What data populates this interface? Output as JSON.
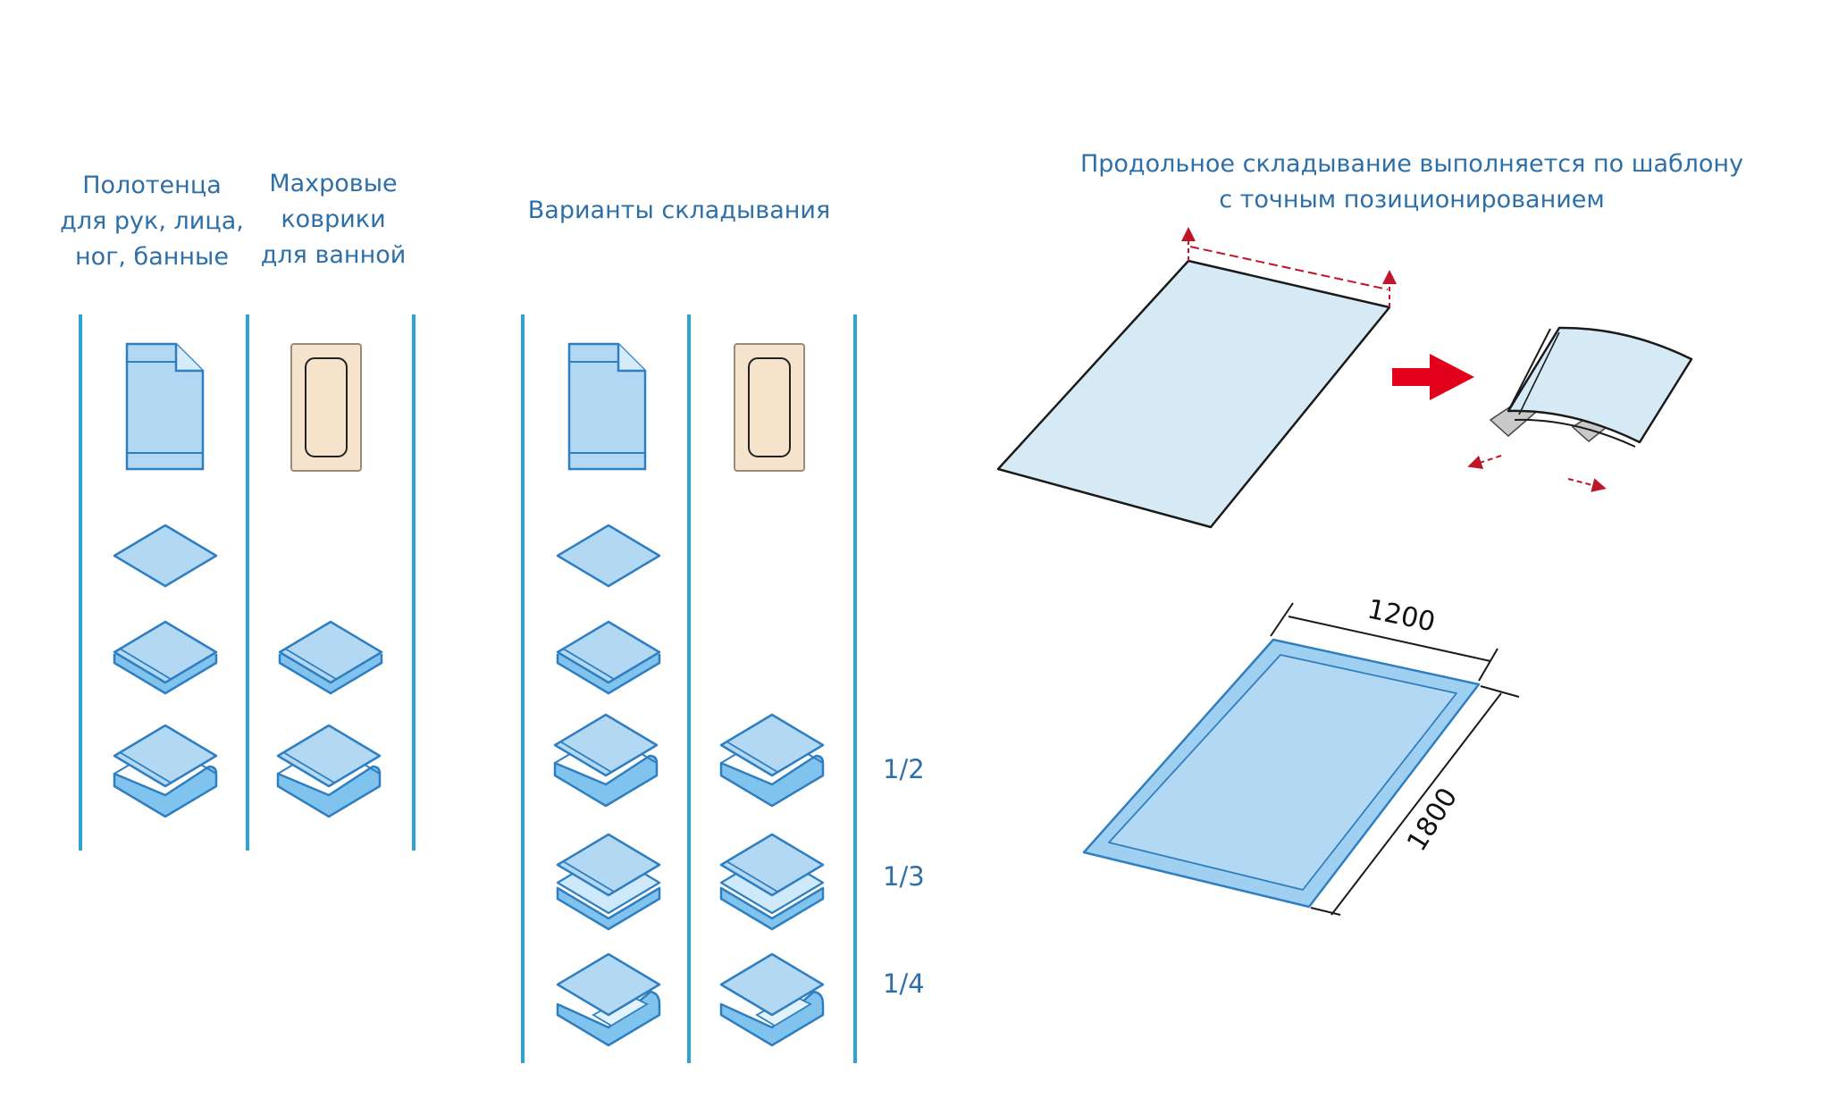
{
  "labels": {
    "towels": [
      "Полотенца",
      "для рук, лица,",
      "ног, банные"
    ],
    "mats": [
      "Махровые",
      "коврики",
      "для ванной"
    ],
    "variants": "Варианты складывания",
    "longitudinal": [
      "Продольное складывание выполняется по шаблону",
      "с точным позиционированием"
    ]
  },
  "fractions": [
    "1/2",
    "1/3",
    "1/4"
  ],
  "dimensions": {
    "width": "1200",
    "length": "1800"
  },
  "colors": {
    "text": "#2e6fa7",
    "column_line": "#2fa3d6",
    "towel_fill": "#b3d8f3",
    "towel_stroke": "#2f7fc0",
    "mat_fill": "#f6e3cc",
    "sheet_fill": "#d6eaf5",
    "arrow_red": "#e3001b",
    "dash_red": "#c0142b",
    "plate_gray": "#c9c9c9"
  }
}
